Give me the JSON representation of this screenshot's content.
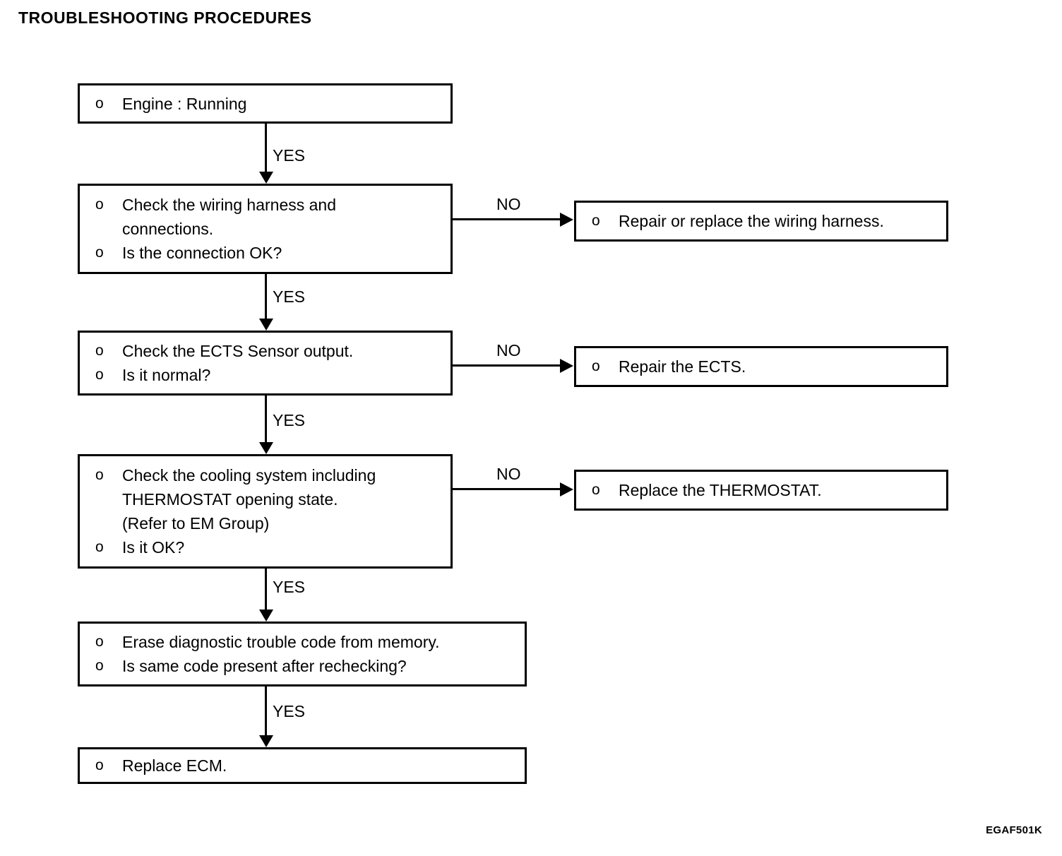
{
  "page": {
    "title": "TROUBLESHOOTING PROCEDURES",
    "footer_code": "EGAF501K",
    "bullet_marker": "o",
    "ink_color": "#000000",
    "background_color": "#ffffff"
  },
  "flow": {
    "boxes": [
      {
        "id": "engine-running",
        "lines": [
          {
            "bullet": true,
            "text": "Engine : Running"
          }
        ]
      },
      {
        "id": "check-wiring-harness",
        "lines": [
          {
            "bullet": true,
            "text": "Check the wiring harness and"
          },
          {
            "bullet": false,
            "text": "connections."
          },
          {
            "bullet": true,
            "text": "Is the connection OK?"
          }
        ]
      },
      {
        "id": "check-ects-sensor",
        "lines": [
          {
            "bullet": true,
            "text": "Check the ECTS Sensor output."
          },
          {
            "bullet": true,
            "text": "Is it normal?"
          }
        ]
      },
      {
        "id": "check-cooling-system",
        "lines": [
          {
            "bullet": true,
            "text": "Check the cooling system including"
          },
          {
            "bullet": false,
            "text": "THERMOSTAT opening state."
          },
          {
            "bullet": false,
            "text": "(Refer to EM Group)"
          },
          {
            "bullet": true,
            "text": "Is it OK?"
          }
        ]
      },
      {
        "id": "erase-dtc",
        "lines": [
          {
            "bullet": true,
            "text": "Erase diagnostic trouble code from memory."
          },
          {
            "bullet": true,
            "text": "Is same code present after rechecking?"
          }
        ]
      },
      {
        "id": "replace-ecm",
        "lines": [
          {
            "bullet": true,
            "text": "Replace ECM."
          }
        ]
      }
    ],
    "outcome_boxes": [
      {
        "id": "repair-replace-wiring-harness",
        "lines": [
          {
            "bullet": true,
            "text": "Repair or replace the wiring harness."
          }
        ]
      },
      {
        "id": "repair-ects",
        "lines": [
          {
            "bullet": true,
            "text": "Repair the ECTS."
          }
        ]
      },
      {
        "id": "replace-thermostat",
        "lines": [
          {
            "bullet": true,
            "text": "Replace the THERMOSTAT."
          }
        ]
      }
    ],
    "edge_labels": {
      "yes_1": "YES",
      "yes_2": "YES",
      "yes_3": "YES",
      "yes_4": "YES",
      "yes_5": "YES",
      "no_1": "NO",
      "no_2": "NO",
      "no_3": "NO"
    }
  }
}
